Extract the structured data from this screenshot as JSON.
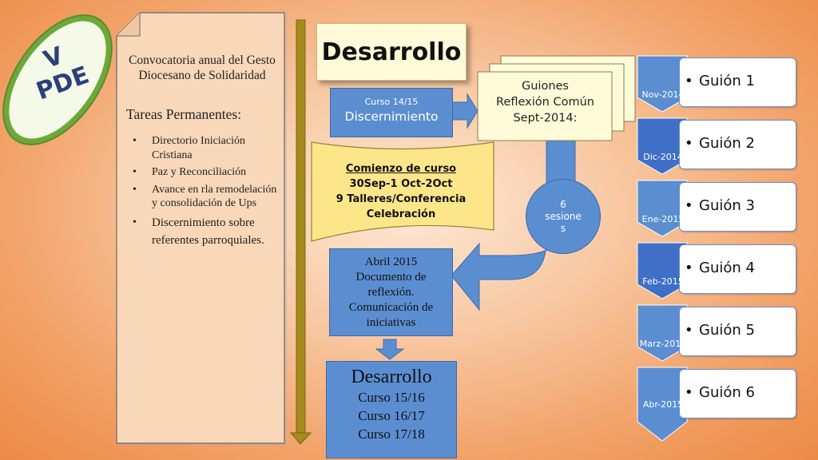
{
  "badge": {
    "line1": "V",
    "line2": "PDE"
  },
  "left_panel": {
    "title": "Convocatoria anual del Gesto Diocesano de Solidaridad",
    "subtitle": "Tareas Permanentes:",
    "items": [
      "Directorio Iniciación Cristiana",
      "Paz y Reconciliación",
      "Avance en rla remodelación y consolidación de Ups",
      "Discernimiento sobre referentes parroquiales."
    ]
  },
  "main_title": "Desarrollo",
  "curso": {
    "small": "Curso 14/15",
    "label": "Discernimiento"
  },
  "guiones": {
    "line1": "Guiones",
    "line2": "Reflexión Común",
    "line3": "Sept-2014:"
  },
  "comienzo": {
    "line1": "Comienzo de curso",
    "line2": "30Sep-1 Oct-2Oct",
    "line3": "9 Talleres/Conferencia",
    "line4": "Celebración"
  },
  "sesiones": {
    "line1": "6",
    "line2": "sesione",
    "line3": "s"
  },
  "abril": {
    "line1": "Abril 2015",
    "line2": "Documento de",
    "line3": "reflexión.",
    "line4": "Comunicación de",
    "line5": "iniciativas"
  },
  "bottom": {
    "title": "Desarrollo",
    "items": [
      "Curso 15/16",
      "Curso 16/17",
      "Curso 17/18"
    ]
  },
  "timeline": [
    {
      "month": "Nov-2014",
      "label": "Guión 1"
    },
    {
      "month": "Dic-2014",
      "label": "Guión 2"
    },
    {
      "month": "Ene-2015",
      "label": "Guión 3"
    },
    {
      "month": "Feb-2015",
      "label": "Guión 4"
    },
    {
      "month": "Marz-2015",
      "label": "Guión 5"
    },
    {
      "month": "Abr-2015",
      "label": "Guión 6"
    }
  ],
  "colors": {
    "badge_green": "#8bc34a",
    "badge_text": "#2c3f7a",
    "blue_fill": "#5b8ed1",
    "cream": "#fffbd8",
    "olive_bar": "#a58b1e"
  }
}
